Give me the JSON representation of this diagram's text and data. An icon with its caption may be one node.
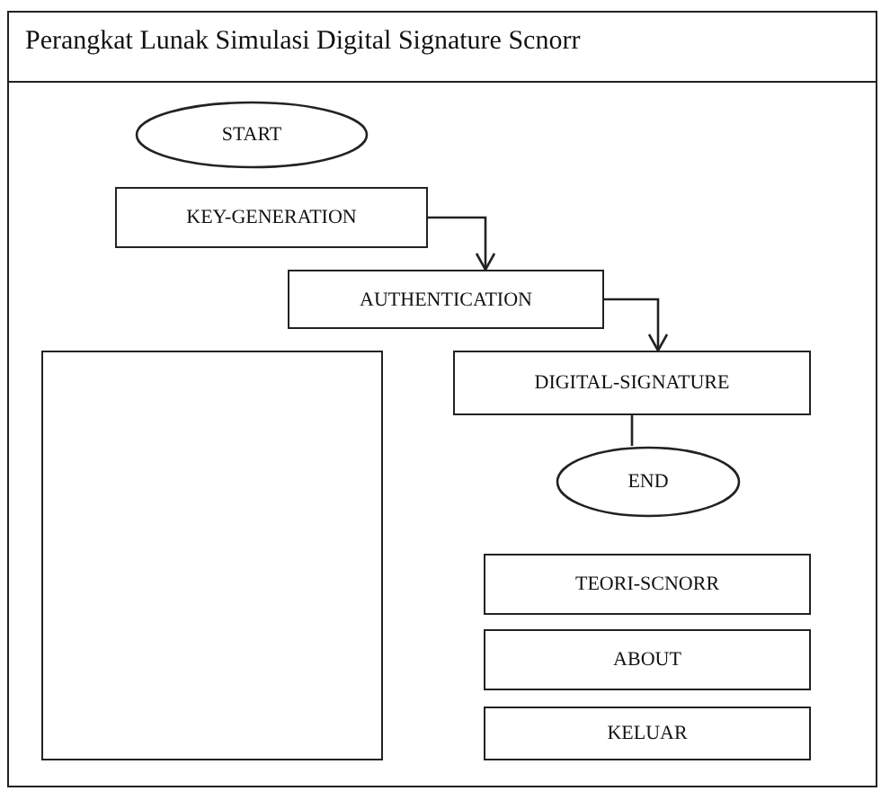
{
  "diagram": {
    "title": "Perangkat Lunak Simulasi Digital Signature Scnorr",
    "nodes": [
      {
        "text": [
          "START"
        ]
      },
      {
        "text": [
          "KEY-GENERATION"
        ]
      },
      {
        "text": [
          "AUTHENTICATION"
        ]
      },
      {
        "text": [
          "DIGITAL-SIGNATURE"
        ]
      },
      {
        "text": [
          "END"
        ]
      },
      {
        "text": [],
        "shape": "box"
      },
      {
        "text": [
          "TEORI-SCNORR"
        ]
      },
      {
        "text": [
          "ABOUT"
        ]
      },
      {
        "text": [
          "KELUAR"
        ]
      }
    ],
    "edges": [
      {
        "from": 1,
        "to": 2,
        "arrow": "to"
      },
      {
        "from": 2,
        "to": 3,
        "arrow": "to"
      },
      {
        "from": 3,
        "to": 4,
        "arrow": "none"
      }
    ]
  }
}
